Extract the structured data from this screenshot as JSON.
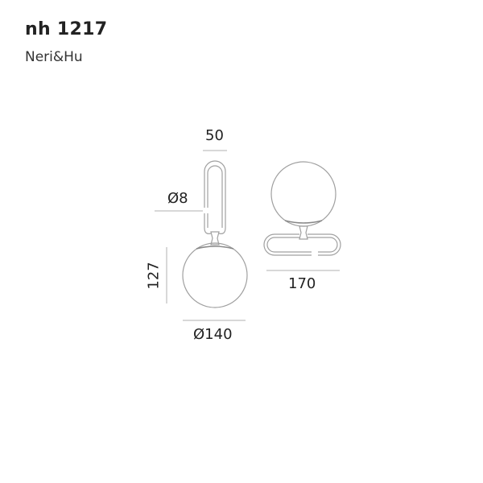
{
  "product": {
    "name": "nh 1217",
    "designer": "Neri&Hu"
  },
  "drawing": {
    "line_color": "#9a9a9a",
    "dimensions": {
      "handle_width": "50",
      "rod_diameter": "Ø8",
      "height": "127",
      "globe_diameter": "Ø140",
      "base_width": "170"
    }
  }
}
